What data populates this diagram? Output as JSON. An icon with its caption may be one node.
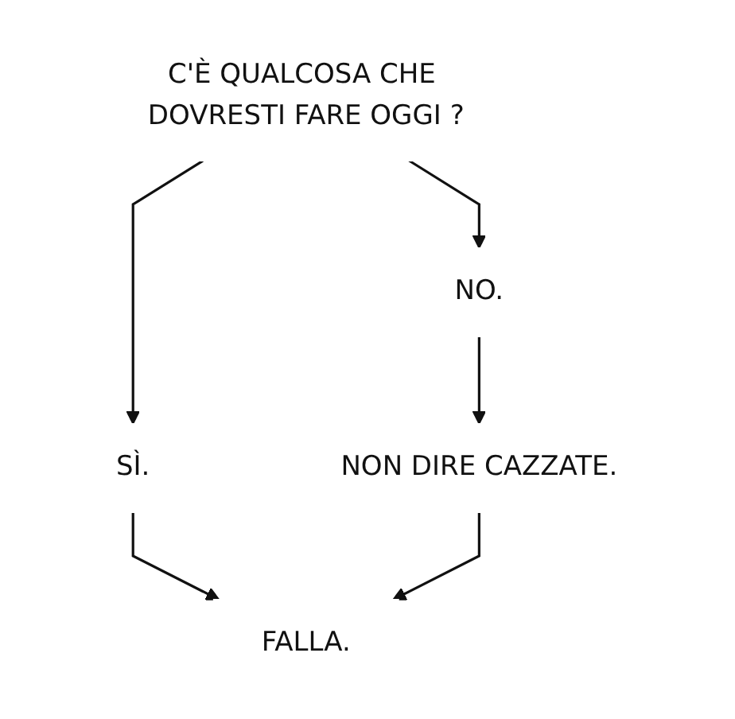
{
  "diagram": {
    "nodes": [
      {
        "text": [
          "C'È QUALCOSA CHE DOVRESTI FARE OGGI ?"
        ]
      },
      {
        "text": [
          "SÌ."
        ]
      },
      {
        "text": [
          "NO."
        ]
      },
      {
        "text": [
          "FALLA."
        ]
      },
      {
        "text": [
          "NON DIRE CAZZATE."
        ]
      }
    ],
    "edges": [
      {
        "from": 0,
        "to": 1,
        "arrow": "to"
      },
      {
        "from": 0,
        "to": 2,
        "arrow": "to"
      },
      {
        "from": 1,
        "to": 3,
        "arrow": "to"
      },
      {
        "from": 2,
        "to": 4,
        "arrow": "to"
      },
      {
        "from": 4,
        "to": 3,
        "arrow": "to"
      }
    ]
  }
}
